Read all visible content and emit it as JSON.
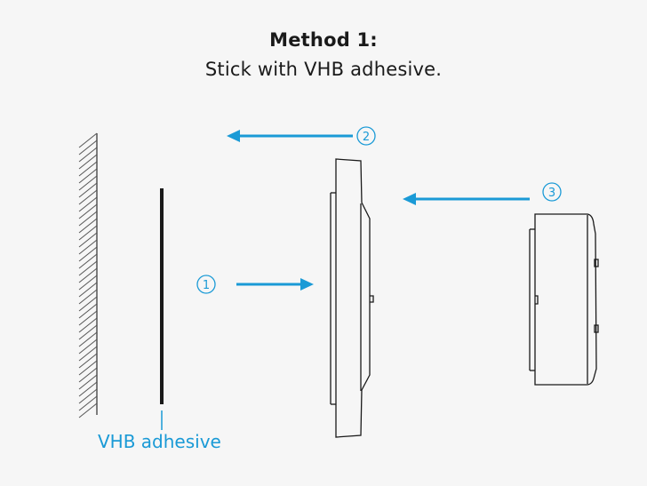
{
  "title": "Method 1:",
  "subtitle": "Stick with VHB adhesive.",
  "adhesive_label": "VHB adhesive",
  "steps": {
    "step1": "1",
    "step2": "2",
    "step3": "3"
  },
  "colors": {
    "accent": "#1a9ad6",
    "line": "#1a1a1a",
    "background": "#f6f6f6"
  }
}
